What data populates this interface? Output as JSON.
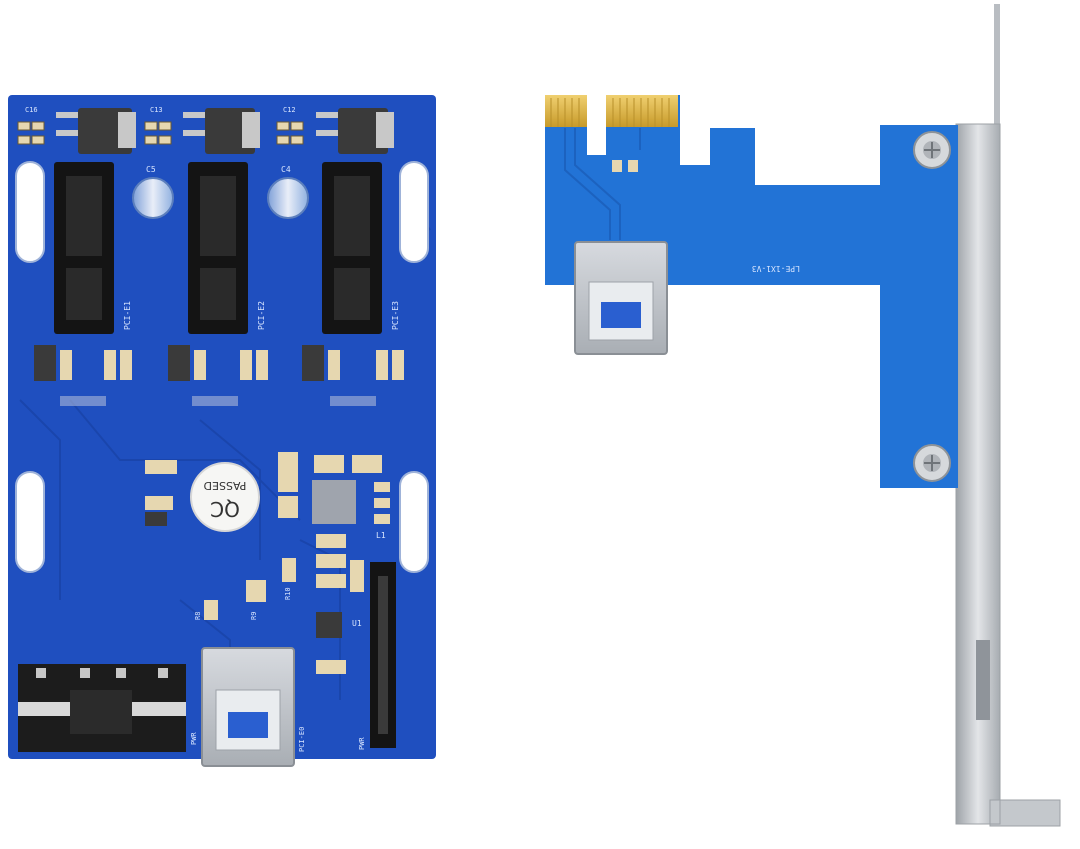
{
  "image": {
    "subject": "PCIe riser kit",
    "background_color": "#ffffff"
  },
  "board_left": {
    "pcb_color": "#1f4fbf",
    "qc_sticker": {
      "line1": "QC",
      "line2": "PASSED"
    },
    "silkscreen": {
      "slot1": "PCI-E1",
      "slot2": "PCI-E2",
      "slot3": "PCI-E3",
      "usb": "PCI-E0",
      "power_molex": "PWR",
      "power_sata": "PWR",
      "cap1": "C5",
      "cap2": "C4",
      "ic": "U1",
      "inductor": "L1",
      "marks": [
        "C16",
        "C13",
        "C12",
        "R8",
        "R9",
        "R10"
      ]
    }
  },
  "board_right": {
    "pcb_color": "#2273d6",
    "bracket_color": "#c9c9c9",
    "silkscreen": {
      "model": "LPE-1X1-V3"
    }
  },
  "colors": {
    "usb_port_blue": "#2a5fd0",
    "slot_black": "#141414",
    "metal": "#bfc3c8",
    "gold": "#d8b040"
  }
}
